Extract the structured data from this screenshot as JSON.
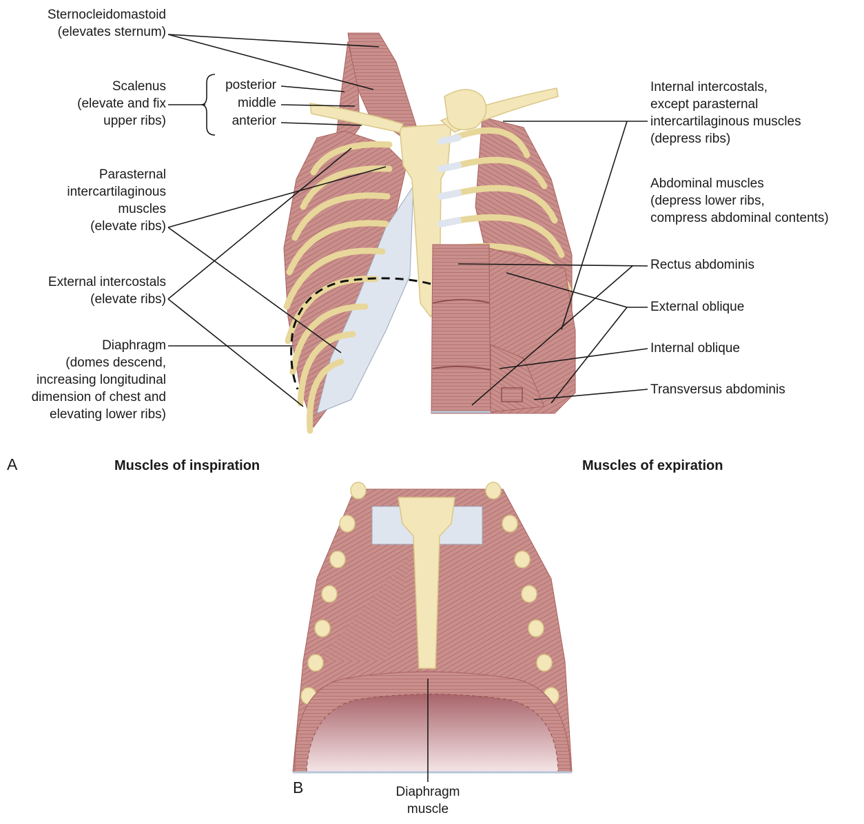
{
  "panel_a": {
    "letter": "A",
    "inspiration_heading": "Muscles of inspiration",
    "expiration_heading": "Muscles of expiration",
    "left_labels": {
      "sternocleidomastoid": [
        "Sternocleidomastoid",
        "(elevates sternum)"
      ],
      "scalenus": [
        "Scalenus",
        "(elevate and fix",
        "upper ribs)"
      ],
      "scalenus_parts": [
        "posterior",
        "middle",
        "anterior"
      ],
      "parasternal": [
        "Parasternal",
        "intercartilaginous",
        "muscles",
        "(elevate ribs)"
      ],
      "external_intercostals": [
        "External intercostals",
        "(elevate ribs)"
      ],
      "diaphragm": [
        "Diaphragm",
        "(domes descend,",
        "increasing longitudinal",
        "dimension of chest and",
        "elevating lower ribs)"
      ]
    },
    "right_labels": {
      "internal_intercostals": [
        "Internal intercostals,",
        "except parasternal",
        "intercartilaginous muscles",
        "(depress ribs)"
      ],
      "abdominal_muscles": [
        "Abdominal muscles",
        "(depress lower ribs,",
        "compress abdominal contents)"
      ],
      "rectus_abdominis": "Rectus abdominis",
      "external_oblique": "External oblique",
      "internal_oblique": "Internal oblique",
      "transversus_abdominis": "Transversus abdominis"
    }
  },
  "panel_b": {
    "letter": "B",
    "diaphragm_label": [
      "Diaphragm",
      "muscle"
    ]
  },
  "colors": {
    "muscle": "#c98f8c",
    "muscle_dark": "#a8625f",
    "bone": "#f3e6b8",
    "bone_edge": "#d9c787",
    "cartilage": "#dfe5ee",
    "leader": "#1a1a1a"
  }
}
